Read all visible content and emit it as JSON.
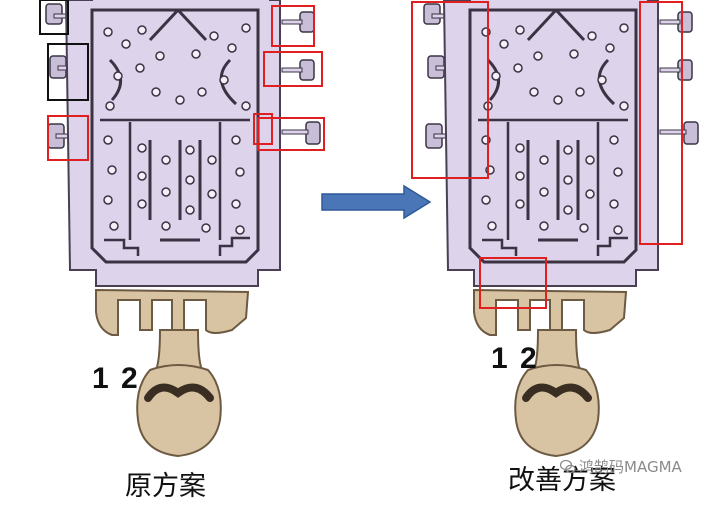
{
  "left": {
    "gate_numbers": "1 2",
    "caption": "原方案"
  },
  "right": {
    "gate_numbers": "1 2",
    "caption": "改善方案"
  },
  "watermark": {
    "text": "鸿鹄码MAGMA",
    "icon": "wechat-icon"
  },
  "colors": {
    "casting": "#ddd3ea",
    "casting_shadow": "#3b3344",
    "runner": "#d8c3a2",
    "runner_shadow": "#5a4a36",
    "highlight_red": "#e02020",
    "highlight_black": "#111111",
    "arrow": "#4a76b8"
  }
}
